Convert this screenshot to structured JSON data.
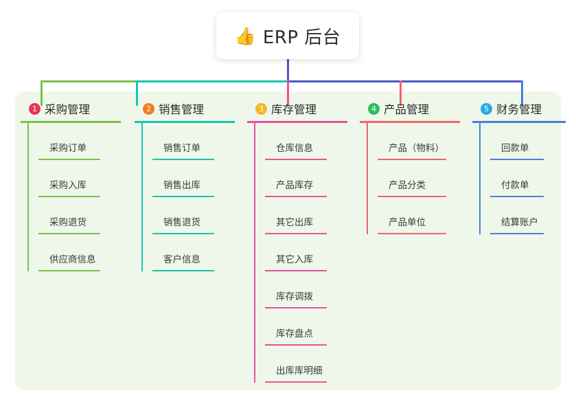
{
  "root": {
    "icon": "thumbs-up-icon",
    "icon_glyph": "👍",
    "label": "ERP 后台"
  },
  "colors": {
    "panel_background": "#eff7ea",
    "page_background": "#ffffff",
    "text": "#2b2b2b",
    "connector_green": "#7cc04a",
    "connector_teal": "#18c5ae",
    "connector_blue": "#4a56c8",
    "connector_pink": "#e8509b",
    "connector_red": "#f0656a"
  },
  "columns": [
    {
      "index": "1",
      "title": "采购管理",
      "badge_color": "#e8344e",
      "line_color": "#7cc04a",
      "children": [
        "采购订单",
        "采购入库",
        "采购退货",
        "供应商信息"
      ]
    },
    {
      "index": "2",
      "title": "销售管理",
      "badge_color": "#f47b20",
      "line_color": "#18c5ae",
      "children": [
        "销售订单",
        "销售出库",
        "销售退货",
        "客户信息"
      ]
    },
    {
      "index": "3",
      "title": "库存管理",
      "badge_color": "#f5b820",
      "line_color": "#e8509b",
      "children": [
        "仓库信息",
        "产品库存",
        "其它出库",
        "其它入库",
        "库存调拨",
        "库存盘点",
        "出库库明细"
      ]
    },
    {
      "index": "4",
      "title": "产品管理",
      "badge_color": "#2dbe60",
      "line_color": "#f0656a",
      "children": [
        "产品（物料）",
        "产品分类",
        "产品单位"
      ]
    },
    {
      "index": "5",
      "title": "财务管理",
      "badge_color": "#29abe2",
      "line_color": "#4a7fd4",
      "children": [
        "回款单",
        "付款单",
        "结算账户"
      ]
    }
  ]
}
